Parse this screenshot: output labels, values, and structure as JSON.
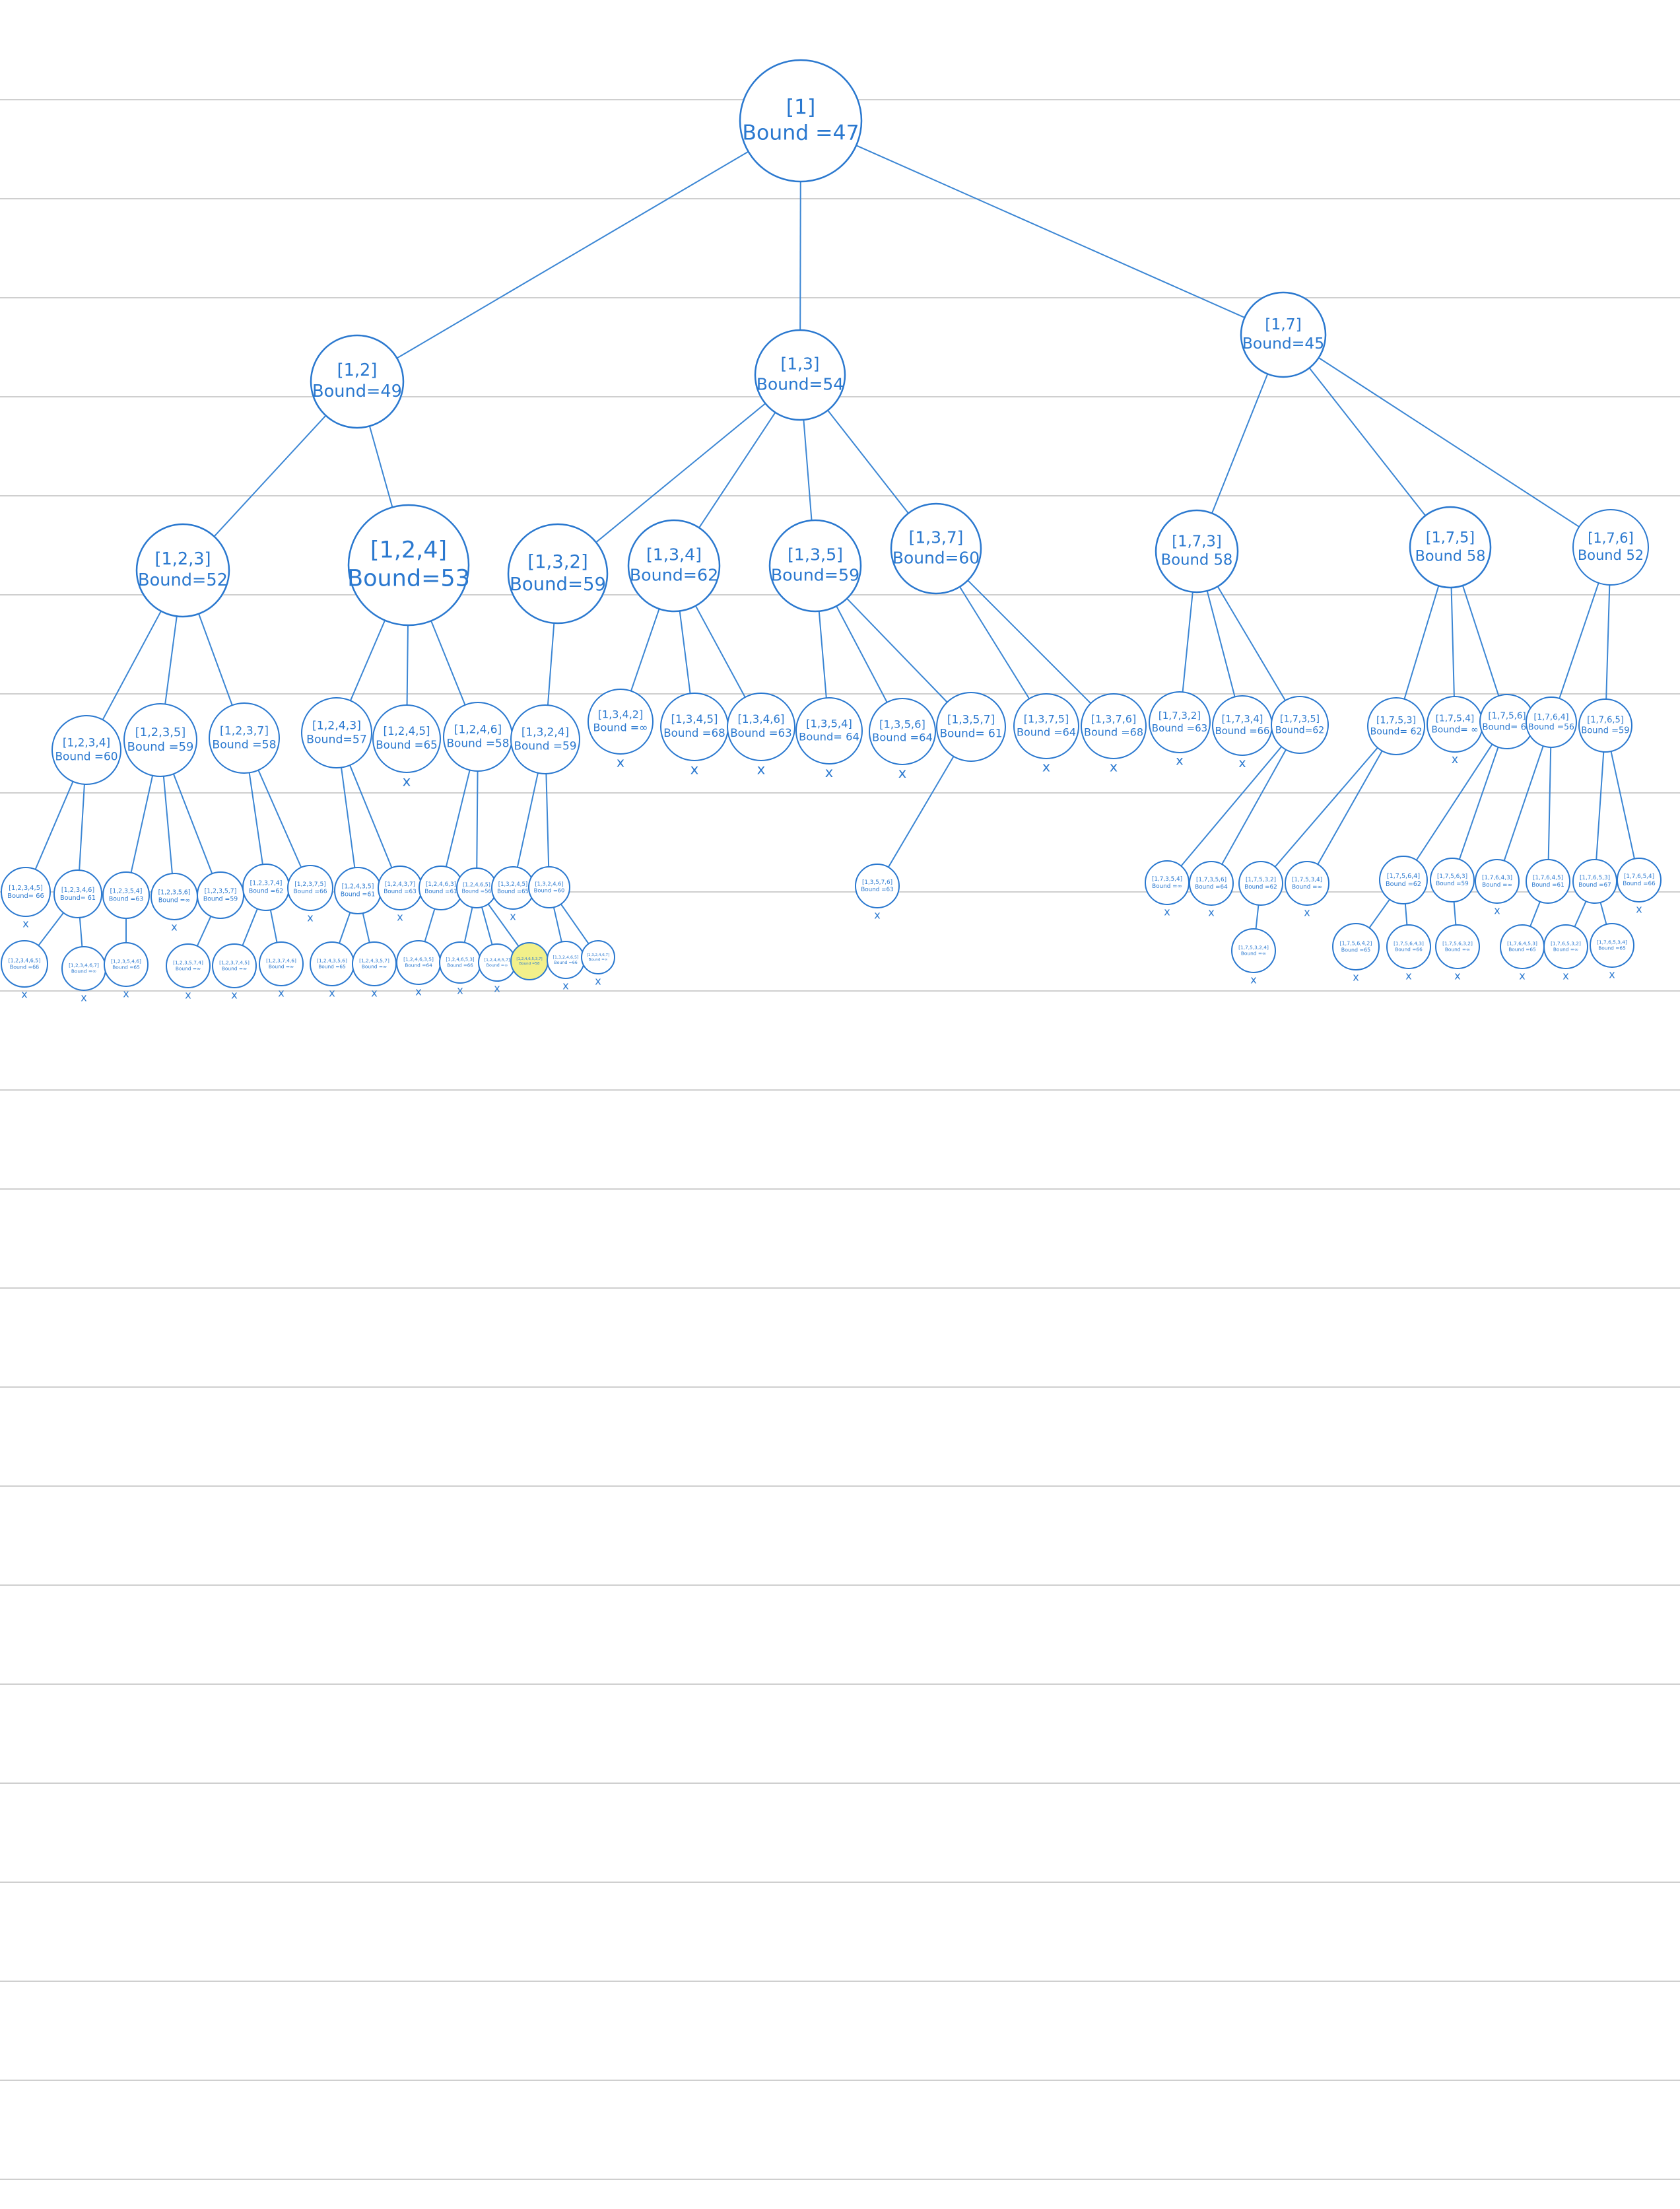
{
  "style": {
    "ink_color": "#2a78cf",
    "rule_color": "#cfcfcf",
    "highlight_color": "#f2f08a",
    "prune_mark": "x"
  },
  "tree": {
    "nodes": [
      {
        "id": "root",
        "path": "[1]",
        "bound": "Bound =47"
      },
      {
        "id": "n12",
        "path": "[1,2]",
        "bound": "Bound=49",
        "parent": "root"
      },
      {
        "id": "n13",
        "path": "[1,3]",
        "bound": "Bound=54",
        "parent": "root"
      },
      {
        "id": "n17",
        "path": "[1,7]",
        "bound": "Bound=45",
        "parent": "root"
      },
      {
        "id": "n123",
        "path": "[1,2,3]",
        "bound": "Bound=52",
        "parent": "n12"
      },
      {
        "id": "n124",
        "path": "[1,2,4]",
        "bound": "Bound=53",
        "parent": "n12"
      },
      {
        "id": "n132",
        "path": "[1,3,2]",
        "bound": "Bound=59",
        "parent": "n13"
      },
      {
        "id": "n134",
        "path": "[1,3,4]",
        "bound": "Bound=62",
        "parent": "n13"
      },
      {
        "id": "n135",
        "path": "[1,3,5]",
        "bound": "Bound=59",
        "parent": "n13"
      },
      {
        "id": "n137",
        "path": "[1,3,7]",
        "bound": "Bound=60",
        "parent": "n13"
      },
      {
        "id": "n173",
        "path": "[1,7,3]",
        "bound": "Bound 58",
        "parent": "n17"
      },
      {
        "id": "n175",
        "path": "[1,7,5]",
        "bound": "Bound 58",
        "parent": "n17"
      },
      {
        "id": "n176",
        "path": "[1,7,6]",
        "bound": "Bound 52",
        "parent": "n17"
      },
      {
        "id": "n1234",
        "path": "[1,2,3,4]",
        "bound": "Bound =60",
        "parent": "n123"
      },
      {
        "id": "n1235",
        "path": "[1,2,3,5]",
        "bound": "Bound =59",
        "parent": "n123"
      },
      {
        "id": "n1237",
        "path": "[1,2,3,7]",
        "bound": "Bound =58",
        "parent": "n123"
      },
      {
        "id": "n1243",
        "path": "[1,2,4,3]",
        "bound": "Bound=57",
        "parent": "n124"
      },
      {
        "id": "n1245",
        "path": "[1,2,4,5]",
        "bound": "Bound =65",
        "parent": "n124",
        "pruned": true
      },
      {
        "id": "n1246",
        "path": "[1,2,4,6]",
        "bound": "Bound =58",
        "parent": "n124"
      },
      {
        "id": "n1324",
        "path": "[1,3,2,4]",
        "bound": "Bound =59",
        "parent": "n132"
      },
      {
        "id": "n1342",
        "path": "[1,3,4,2]",
        "bound": "Bound =∞",
        "parent": "n134",
        "pruned": true
      },
      {
        "id": "n1345",
        "path": "[1,3,4,5]",
        "bound": "Bound =68",
        "parent": "n134",
        "pruned": true
      },
      {
        "id": "n1346",
        "path": "[1,3,4,6]",
        "bound": "Bound =63",
        "parent": "n134",
        "pruned": true
      },
      {
        "id": "n1354",
        "path": "[1,3,5,4]",
        "bound": "Bound= 64",
        "parent": "n135",
        "pruned": true
      },
      {
        "id": "n1356",
        "path": "[1,3,5,6]",
        "bound": "Bound =64",
        "parent": "n135",
        "pruned": true
      },
      {
        "id": "n1357",
        "path": "[1,3,5,7]",
        "bound": "Bound= 61",
        "parent": "n135"
      },
      {
        "id": "n1375",
        "path": "[1,3,7,5]",
        "bound": "Bound =64",
        "parent": "n137",
        "pruned": true
      },
      {
        "id": "n1376",
        "path": "[1,3,7,6]",
        "bound": "Bound =68",
        "parent": "n137",
        "pruned": true
      },
      {
        "id": "n1732",
        "path": "[1,7,3,2]",
        "bound": "Bound =63",
        "parent": "n173",
        "pruned": true
      },
      {
        "id": "n1734",
        "path": "[1,7,3,4]",
        "bound": "Bound =66",
        "parent": "n173",
        "pruned": true
      },
      {
        "id": "n1735",
        "path": "[1,7,3,5]",
        "bound": "Bound=62",
        "parent": "n173"
      },
      {
        "id": "n1753",
        "path": "[1,7,5,3]",
        "bound": "Bound= 62",
        "parent": "n175"
      },
      {
        "id": "n1754",
        "path": "[1,7,5,4]",
        "bound": "Bound= ∞",
        "parent": "n175",
        "pruned": true
      },
      {
        "id": "n1756",
        "path": "[1,7,5,6]",
        "bound": "Bound= 62",
        "parent": "n175"
      },
      {
        "id": "n1764",
        "path": "[1,7,6,4]",
        "bound": "Bound =56",
        "parent": "n176"
      },
      {
        "id": "n1765",
        "path": "[1,7,6,5]",
        "bound": "Bound =59",
        "parent": "n176"
      },
      {
        "id": "a1",
        "path": "[1,2,3,4,5]",
        "bound": "Bound= 66",
        "parent": "n1234",
        "pruned": true
      },
      {
        "id": "a2",
        "path": "[1,2,3,4,6]",
        "bound": "Bound= 61",
        "parent": "n1234"
      },
      {
        "id": "a3",
        "path": "[1,2,3,5,4]",
        "bound": "Bound =63",
        "parent": "n1235"
      },
      {
        "id": "a4",
        "path": "[1,2,3,5,6]",
        "bound": "Bound =∞",
        "parent": "n1235",
        "pruned": true
      },
      {
        "id": "a5",
        "path": "[1,2,3,5,7]",
        "bound": "Bound =59",
        "parent": "n1235"
      },
      {
        "id": "a6",
        "path": "[1,2,3,7,4]",
        "bound": "Bound =62",
        "parent": "n1237"
      },
      {
        "id": "a7",
        "path": "[1,2,3,7,5]",
        "bound": "Bound =66",
        "parent": "n1237",
        "pruned": true
      },
      {
        "id": "a8",
        "path": "[1,2,4,3,5]",
        "bound": "Bound =61",
        "parent": "n1243"
      },
      {
        "id": "a9",
        "path": "[1,2,4,3,7]",
        "bound": "Bound =63",
        "parent": "n1243",
        "pruned": true
      },
      {
        "id": "a10",
        "path": "[1,2,4,6,3]",
        "bound": "Bound =61",
        "parent": "n1246"
      },
      {
        "id": "a11",
        "path": "[1,2,4,6,5]",
        "bound": "Bound =56",
        "parent": "n1246"
      },
      {
        "id": "a12",
        "path": "[1,3,2,4,5]",
        "bound": "Bound =65",
        "parent": "n1324",
        "pruned": true
      },
      {
        "id": "a13",
        "path": "[1,3,2,4,6]",
        "bound": "Bound =60",
        "parent": "n1324"
      },
      {
        "id": "a14",
        "path": "[1,3,5,7,6]",
        "bound": "Bound =63",
        "parent": "n1357",
        "pruned": true
      },
      {
        "id": "a15",
        "path": "[1,7,3,5,4]",
        "bound": "Bound =∞",
        "parent": "n1735",
        "pruned": true
      },
      {
        "id": "a16",
        "path": "[1,7,3,5,6]",
        "bound": "Bound =64",
        "parent": "n1735",
        "pruned": true
      },
      {
        "id": "a17",
        "path": "[1,7,5,3,2]",
        "bound": "Bound =62",
        "parent": "n1753"
      },
      {
        "id": "a18",
        "path": "[1,7,5,3,4]",
        "bound": "Bound =∞",
        "parent": "n1753",
        "pruned": true
      },
      {
        "id": "a19",
        "path": "[1,7,5,6,4]",
        "bound": "Bound =62",
        "parent": "n1756"
      },
      {
        "id": "a20",
        "path": "[1,7,5,6,3]",
        "bound": "Bound =59",
        "parent": "n1756"
      },
      {
        "id": "a21",
        "path": "[1,7,6,4,3]",
        "bound": "Bound =∞",
        "parent": "n1764",
        "pruned": true
      },
      {
        "id": "a22",
        "path": "[1,7,6,4,5]",
        "bound": "Bound =61",
        "parent": "n1764"
      },
      {
        "id": "a23",
        "path": "[1,7,6,5,3]",
        "bound": "Bound =67",
        "parent": "n1765"
      },
      {
        "id": "a24",
        "path": "[1,7,6,5,4]",
        "bound": "Bound =66",
        "parent": "n1765",
        "pruned": true
      },
      {
        "id": "b1",
        "path": "[1,2,3,4,6,5]",
        "bound": "Bound =66",
        "parent": "a2",
        "pruned": true
      },
      {
        "id": "b2",
        "path": "[1,2,3,4,6,7]",
        "bound": "Bound =∞",
        "parent": "a2",
        "pruned": true
      },
      {
        "id": "b3",
        "path": "[1,2,3,5,4,6]",
        "bound": "Bound =65",
        "parent": "a3",
        "pruned": true
      },
      {
        "id": "b4",
        "path": "[1,2,3,5,7,4]",
        "bound": "Bound =∞",
        "parent": "a5",
        "pruned": true
      },
      {
        "id": "b5",
        "path": "[1,2,3,7,4,5]",
        "bound": "Bound =∞",
        "parent": "a6",
        "pruned": true
      },
      {
        "id": "b6",
        "path": "[1,2,3,7,4,6]",
        "bound": "Bound =∞",
        "parent": "a6",
        "pruned": true
      },
      {
        "id": "b7",
        "path": "[1,2,4,3,5,6]",
        "bound": "Bound =65",
        "parent": "a8",
        "pruned": true
      },
      {
        "id": "b8",
        "path": "[1,2,4,3,5,7]",
        "bound": "Bound =∞",
        "parent": "a8",
        "pruned": true
      },
      {
        "id": "b9",
        "path": "[1,2,4,6,3,5]",
        "bound": "Bound =64",
        "parent": "a10",
        "pruned": true
      },
      {
        "id": "b10",
        "path": "[1,2,4,6,5,3]",
        "bound": "Bound =66",
        "parent": "a11",
        "pruned": true
      },
      {
        "id": "b11",
        "path": "[1,2,4,6,5,7]",
        "bound": "Bound =∞",
        "parent": "a11",
        "pruned": true
      },
      {
        "id": "b12",
        "path": "[1,2,4,6,5,3,7]",
        "bound": "Bound =58",
        "parent": "a11",
        "highlighted": true
      },
      {
        "id": "b13",
        "path": "[1,3,2,4,6,5]",
        "bound": "Bound =66",
        "parent": "a13",
        "pruned": true
      },
      {
        "id": "b14",
        "path": "[1,3,2,4,6,7]",
        "bound": "Bound =∞",
        "parent": "a13",
        "pruned": true
      },
      {
        "id": "b15",
        "path": "[1,7,5,3,2,4]",
        "bound": "Bound =∞",
        "parent": "a17",
        "pruned": true
      },
      {
        "id": "b16",
        "path": "[1,7,5,6,4,2]",
        "bound": "Bound =65",
        "parent": "a19",
        "pruned": true
      },
      {
        "id": "b17",
        "path": "[1,7,5,6,4,3]",
        "bound": "Bound =66",
        "parent": "a19",
        "pruned": true
      },
      {
        "id": "b18",
        "path": "[1,7,5,6,3,2]",
        "bound": "Bound =∞",
        "parent": "a20",
        "pruned": true
      },
      {
        "id": "b19",
        "path": "[1,7,6,4,5,3]",
        "bound": "Bound =65",
        "parent": "a22",
        "pruned": true
      },
      {
        "id": "b20",
        "path": "[1,7,6,5,3,2]",
        "bound": "Bound =∞",
        "parent": "a23",
        "pruned": true
      },
      {
        "id": "b21",
        "path": "[1,7,6,5,3,4]",
        "bound": "Bound =65",
        "parent": "a23",
        "pruned": true
      }
    ]
  }
}
